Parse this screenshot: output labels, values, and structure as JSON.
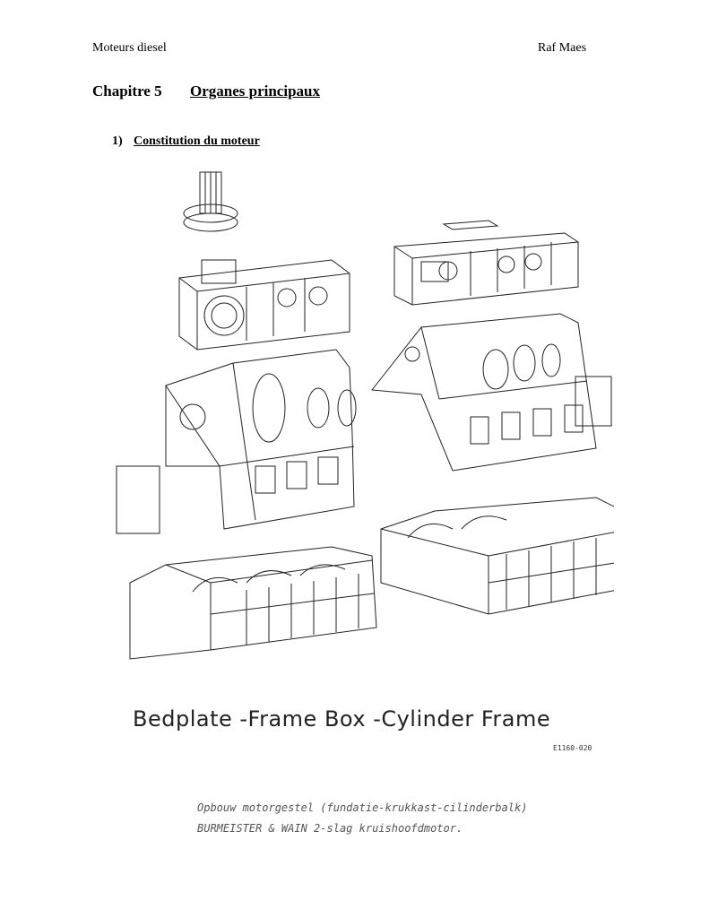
{
  "header": {
    "left": "Moteurs diesel",
    "right": "Raf Maes"
  },
  "chapter": {
    "number": "Chapitre 5",
    "title": "Organes principaux"
  },
  "section": {
    "number": "1)",
    "title": "Constitution du moteur"
  },
  "figure": {
    "title": "Bedplate -Frame Box -Cylinder Frame",
    "code": "E1160-020",
    "caption_line1": "Opbouw motorgestel (fundatie-krukkast-cilinderbalk)",
    "caption_line2": "BURMEISTER & WAIN 2-slag kruishoofdmotor."
  }
}
